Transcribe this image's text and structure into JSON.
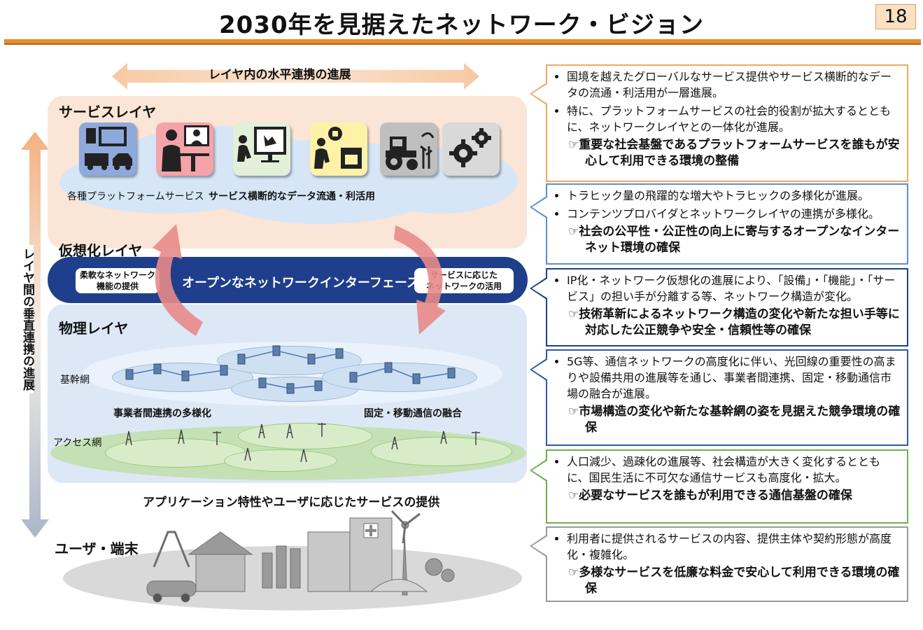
{
  "header": {
    "title": "2030年を見据えたネットワーク・ビジョン",
    "page_number": "18"
  },
  "diagram": {
    "horizontal_arrow_label": "レイヤ内の水平連携の進展",
    "vertical_arrow_label": "レイヤ間の垂直連携の進展",
    "service_layer": {
      "title": "サービスレイヤ",
      "caption_platform": "各種プラットフォームサービス",
      "caption_data": "サービス横断的なデータ流通・利活用"
    },
    "virtual_layer": {
      "title": "仮想化レイヤ",
      "interface_label": "オープンなネットワークインターフェース",
      "left_pill": "柔軟なネットワーク\n機能の提供",
      "right_pill": "サービスに応じた\nネットワークの活用"
    },
    "physical_layer": {
      "title": "物理レイヤ",
      "backbone_label": "基幹網",
      "access_label": "アクセス網",
      "caption_multi": "事業者間連携の多様化",
      "caption_fmc": "固定・移動通信の融合"
    },
    "app_caption": "アプリケーション特性やユーザに応じたサービスの提供",
    "user_layer_title": "ユーザ・端末"
  },
  "panels": [
    {
      "border_color": "#f0a860",
      "bullets": [
        "国境を越えたグローバルなサービス提供やサービス横断的なデータの流通・利活用が一層進展。",
        "特に、プラットフォームサービスの社会的役割が拡大するとともに、ネットワークレイヤとの一体化が進展。"
      ],
      "conclusion": "重要な社会基盤であるプラットフォームサービスを誰もが安心して利用できる環境の整備"
    },
    {
      "border_color": "#5b8fd0",
      "bullets": [
        "トラヒック量の飛躍的な増大やトラヒックの多様化が進展。",
        "コンテンツプロバイダとネットワークレイヤの連携が多様化。"
      ],
      "conclusion": "社会の公平性・公正性の向上に寄与するオープンなインターネット環境の確保"
    },
    {
      "border_color": "#1f3f8c",
      "bullets": [
        "IP化・ネットワーク仮想化の進展により、「設備」・「機能」・「サービス」の担い手が分離する等、ネットワーク構造が変化。"
      ],
      "conclusion": "技術革新によるネットワーク構造の変化や新たな担い手等に対応した公正競争や安全・信頼性等の確保"
    },
    {
      "border_color": "#2a5aa8",
      "bullets": [
        "5G等、通信ネットワークの高度化に伴い、光回線の重要性の高まりや設備共用の進展等を通じ、事業者間連携、固定・移動通信市場の融合が進展。"
      ],
      "conclusion": "市場構造の変化や新たな基幹網の姿を見据えた競争環境の確保"
    },
    {
      "border_color": "#6cb04a",
      "bullets": [
        "人口減少、過疎化の進展等、社会構造が大きく変化するとともに、国民生活に不可欠な通信サービスも高度化・拡大。"
      ],
      "conclusion": "必要なサービスを誰もが利用できる通信基盤の確保"
    },
    {
      "border_color": "#9a9a9a",
      "bullets": [
        "利用者に提供されるサービスの内容、提供主体や契約形態が高度化・複雑化。"
      ],
      "conclusion": "多様なサービスを低廉な料金で安心して利用できる環境の確保"
    }
  ],
  "icons": {
    "pointer": "pointing-hand-icon",
    "tiles": [
      "platform-vehicles-icon",
      "consultation-icon",
      "video-viewer-icon",
      "delivery-icon",
      "tractor-farm-icon",
      "gears-icon"
    ]
  },
  "colors": {
    "accent": "#e98a2c",
    "interface_bar": "#1f3f8c",
    "service_bg": "#fbe5d6",
    "physical_bg": "#dce8f6"
  }
}
